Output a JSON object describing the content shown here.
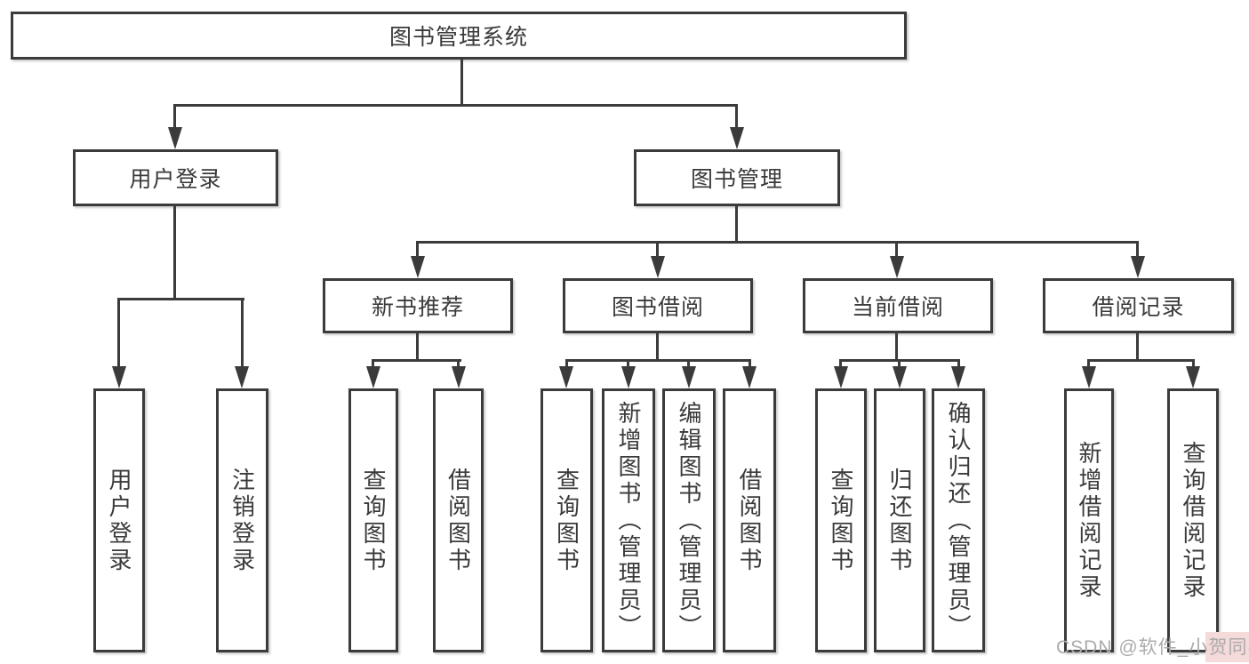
{
  "diagram": {
    "root_label": "图书管理系统",
    "user_branch": {
      "label": "用户登录",
      "children": [
        "用户登录",
        "注销登录"
      ]
    },
    "book_branch": {
      "label": "图书管理",
      "sections": [
        {
          "label": "新书推荐",
          "children": [
            "查询图书",
            "借阅图书"
          ]
        },
        {
          "label": "图书借阅",
          "children": [
            "查询图书",
            "新增图书（管理员）",
            "编辑图书（管理员）",
            "借阅图书"
          ]
        },
        {
          "label": "当前借阅",
          "children": [
            "查询图书",
            "归还图书",
            "确认归还（管理员）"
          ]
        },
        {
          "label": "借阅记录",
          "children": [
            "新增借阅记录",
            "查询借阅记录"
          ]
        }
      ]
    }
  },
  "watermark": "CSDN @软件_小贺同学",
  "colors": {
    "line": "#3b3b3b",
    "text": "#3a3a3a",
    "background": "#ffffff",
    "watermark_text": "#ababab",
    "watermark_accent": "#f5dada"
  }
}
